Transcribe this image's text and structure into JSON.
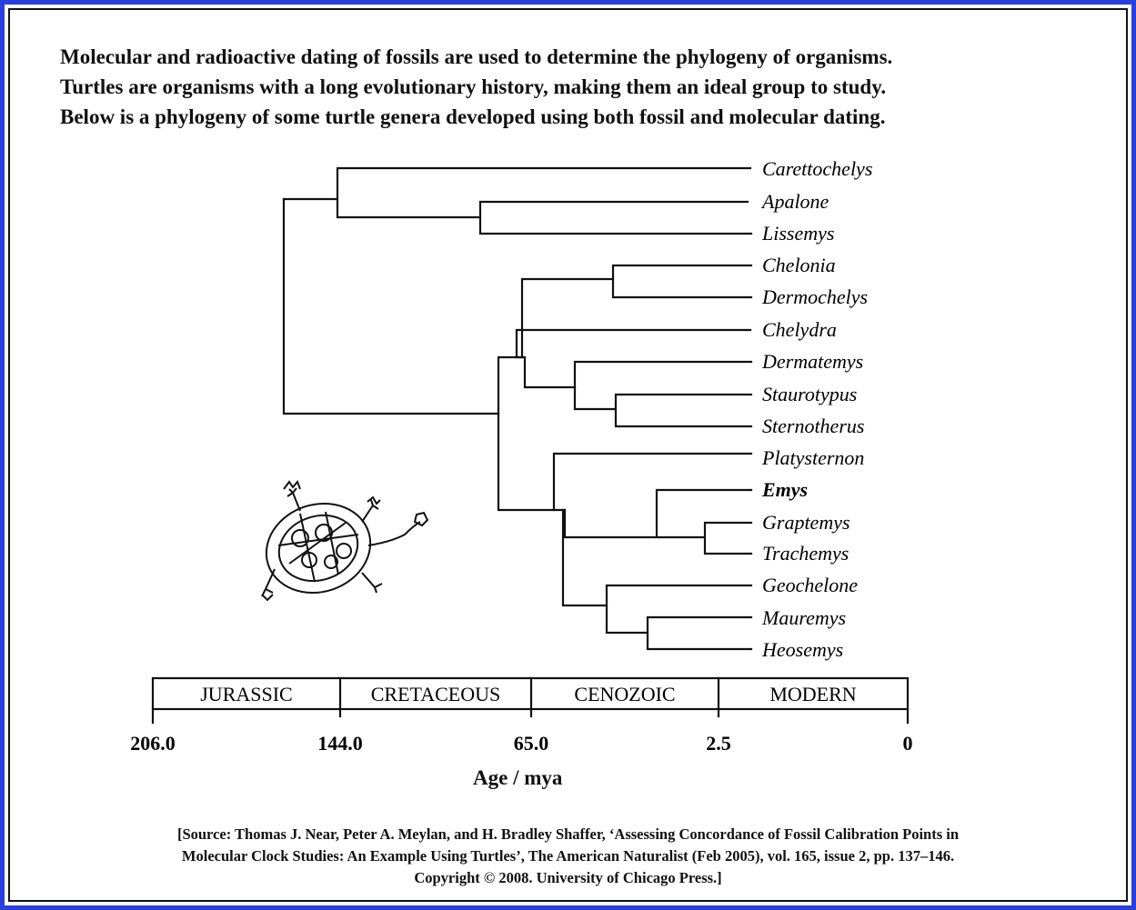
{
  "intro": {
    "line1": "Molecular and radioactive dating of fossils are used to determine the phylogeny of organisms.",
    "line2": "Turtles are organisms with a long evolutionary history, making them an ideal group to study.",
    "line3": "Below is a phylogeny of some turtle genera developed using both fossil and molecular dating."
  },
  "taxa": [
    "Carettochelys",
    "Apalone",
    "Lissemys",
    "Chelonia",
    "Dermochelys",
    "Chelydra",
    "Dermatemys",
    "Staurotypus",
    "Sternotherus",
    "Platysternon",
    "Emys",
    "Graptemys",
    "Trachemys",
    "Geochelone",
    "Mauremys",
    "Heosemys"
  ],
  "timescale": {
    "eras": [
      "JURASSIC",
      "CRETACEOUS",
      "CENOZOIC",
      "MODERN"
    ],
    "ticks": [
      "206.0",
      "144.0",
      "65.0",
      "2.5",
      "0"
    ]
  },
  "axis_title": "Age / mya",
  "source": {
    "line1": "[Source: Thomas J. Near, Peter A. Meylan, and H. Bradley Shaffer, ‘Assessing Concordance of Fossil Calibration Points in",
    "line2": "Molecular Clock Studies: An Example Using Turtles’, The American Naturalist (Feb 2005), vol. 165, issue 2, pp. 137–146.",
    "line3": "Copyright © 2008. University of Chicago Press.]"
  },
  "colors": {
    "frame": "#2a3fe0",
    "ink": "#111111"
  },
  "illustration": "turtle-illustration"
}
